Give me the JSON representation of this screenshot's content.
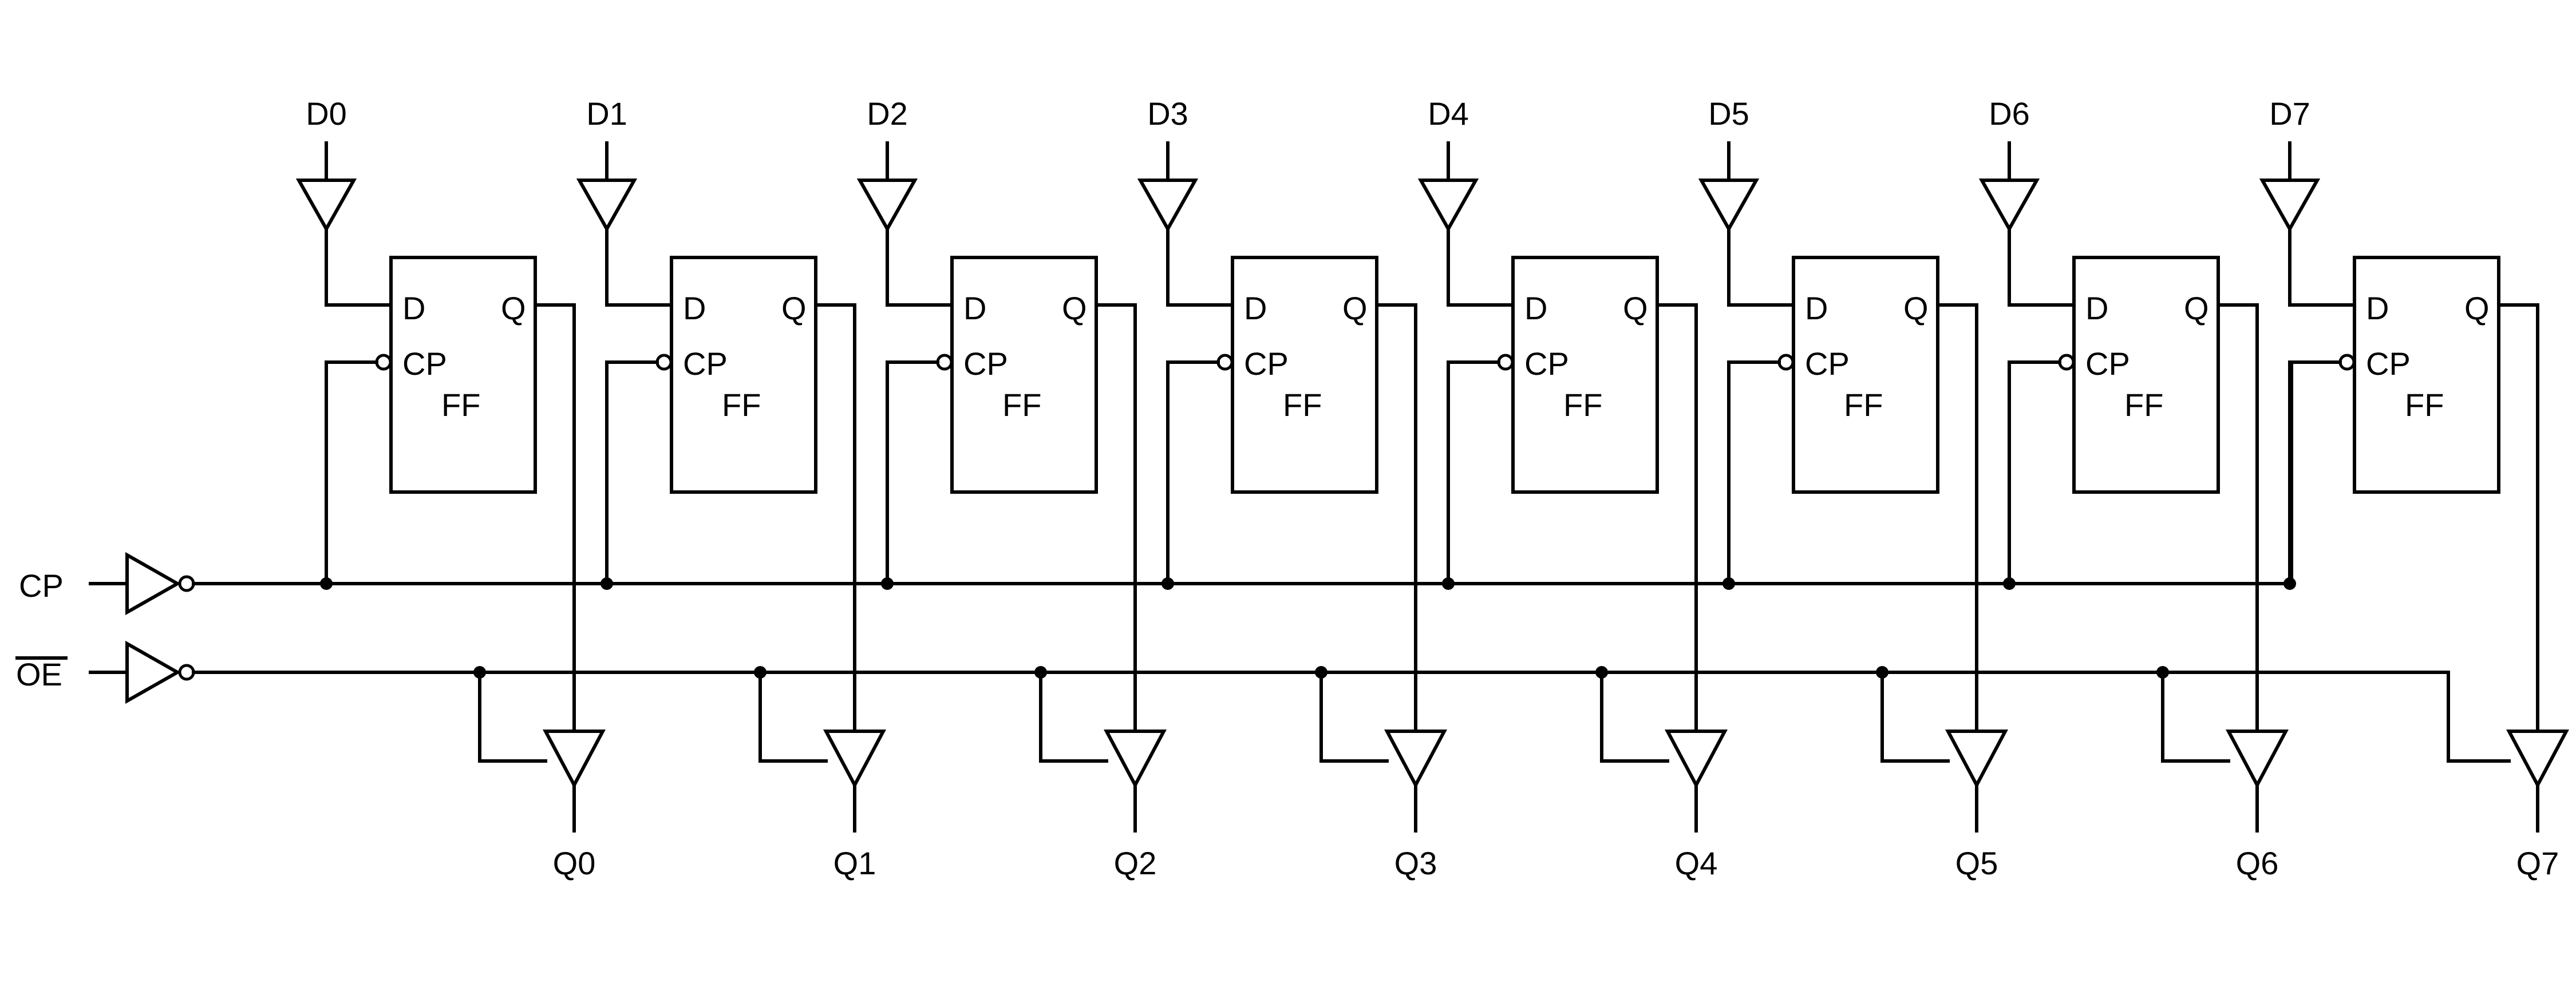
{
  "inputs": {
    "cp_label": "CP",
    "oe_label": "OE"
  },
  "flipflop_labels": {
    "d": "D",
    "q": "Q",
    "cp": "CP",
    "ff": "FF"
  },
  "stages": [
    {
      "data_in": "D0",
      "data_out": "Q0"
    },
    {
      "data_in": "D1",
      "data_out": "Q1"
    },
    {
      "data_in": "D2",
      "data_out": "Q2"
    },
    {
      "data_in": "D3",
      "data_out": "Q3"
    },
    {
      "data_in": "D4",
      "data_out": "Q4"
    },
    {
      "data_in": "D5",
      "data_out": "Q5"
    },
    {
      "data_in": "D6",
      "data_out": "Q6"
    },
    {
      "data_in": "D7",
      "data_out": "Q7"
    }
  ],
  "colors": {
    "ink": "#000000",
    "background": "#ffffff"
  }
}
